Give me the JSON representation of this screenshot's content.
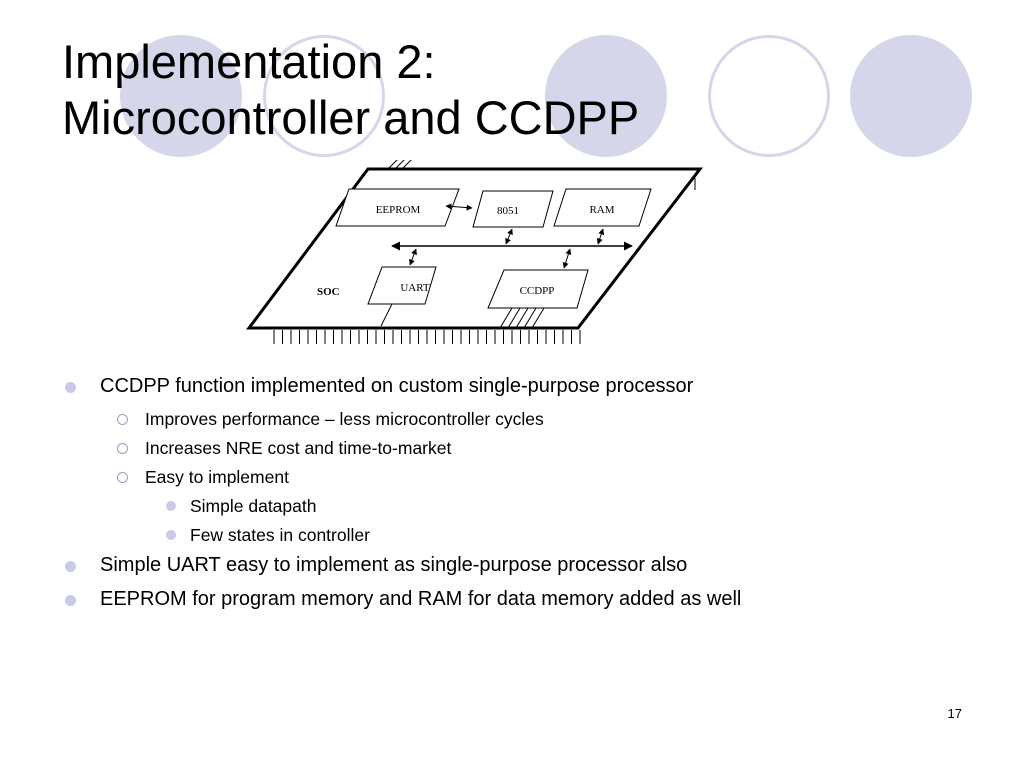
{
  "slide": {
    "title_line1": "Implementation 2:",
    "title_line2": "Microcontroller and CCDPP",
    "page_number": "17"
  },
  "diagram": {
    "chip_label": "SOC",
    "blocks": {
      "eeprom": "EEPROM",
      "cpu": "8051",
      "ram": "RAM",
      "uart": "UART",
      "ccdpp": "CCDPP"
    }
  },
  "bullets": [
    {
      "level": 1,
      "text": "CCDPP function implemented on custom single-purpose processor"
    },
    {
      "level": 2,
      "text": "Improves performance – less microcontroller cycles"
    },
    {
      "level": 2,
      "text": "Increases NRE cost and time-to-market"
    },
    {
      "level": 2,
      "text": "Easy to implement"
    },
    {
      "level": 3,
      "text": "Simple datapath"
    },
    {
      "level": 3,
      "text": "Few states in controller"
    },
    {
      "level": 1,
      "text": "Simple UART easy to implement as single-purpose processor also"
    },
    {
      "level": 1,
      "text": "EEPROM for program memory and RAM for data memory added as well"
    }
  ],
  "colors": {
    "decor_circle": "#d6d6ea",
    "bullet": "#c9c9e8"
  }
}
